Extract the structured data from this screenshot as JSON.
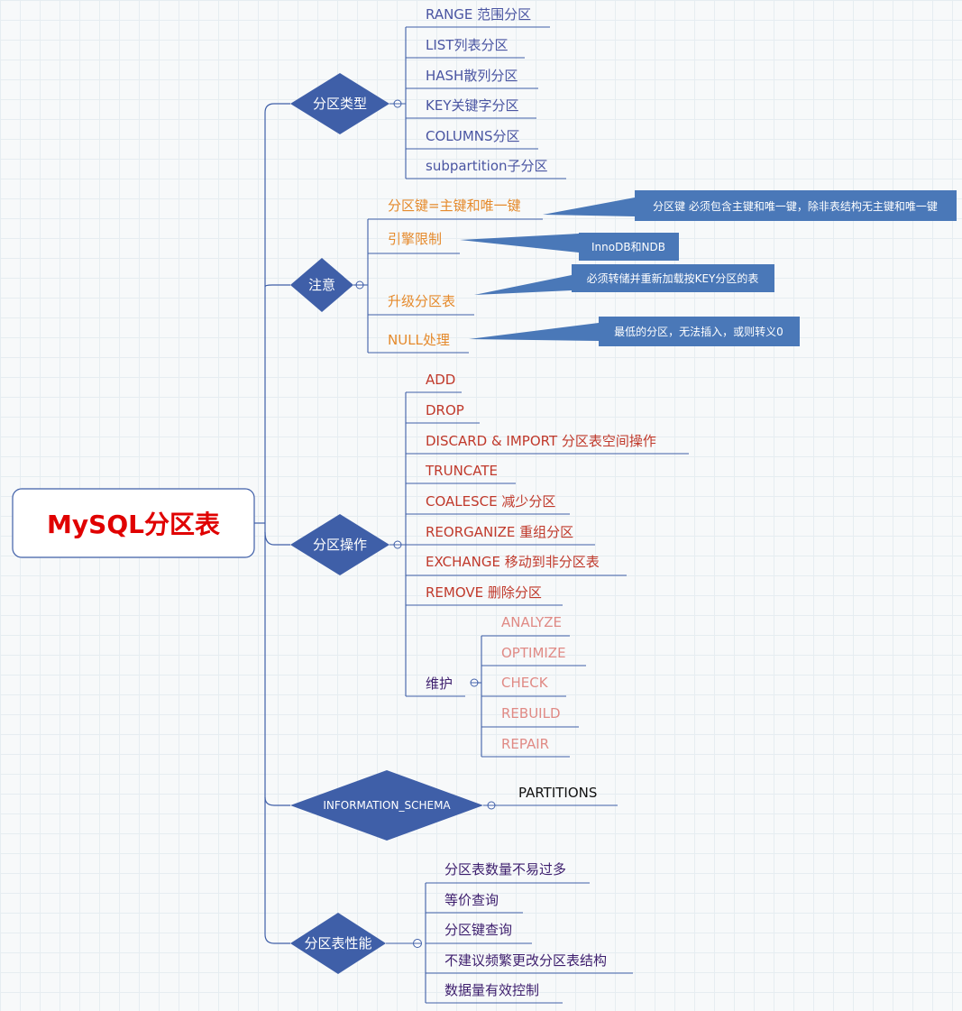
{
  "root": {
    "label": "MySQL分区表",
    "color": "#e00000"
  },
  "colors": {
    "line": "#3f5fa8",
    "diamond": "#3f5fa8",
    "note_box": "#4a78b8",
    "types_text": "#4a55a2",
    "notes_text": "#e58a2c",
    "ops_text": "#c0392b",
    "maint_text": "#e08a85",
    "perf_text": "#3d1e6d"
  },
  "branches": {
    "types": {
      "label": "分区类型",
      "items": [
        "RANGE 范围分区",
        "LIST列表分区",
        "HASH散列分区",
        "KEY关键字分区",
        "COLUMNS分区",
        "subpartition子分区"
      ]
    },
    "notes": {
      "label": "注意",
      "items": [
        {
          "label": "分区键=主键和唯一键",
          "note": "分区键 必须包含主键和唯一键，除非表结构无主键和唯一键"
        },
        {
          "label": "引擎限制",
          "note": "InnoDB和NDB"
        },
        {
          "label": "升级分区表",
          "note": "必须转储并重新加载按KEY分区的表"
        },
        {
          "label": "NULL处理",
          "note": "最低的分区，无法插入，或则转义0"
        }
      ]
    },
    "ops": {
      "label": "分区操作",
      "items": [
        "ADD",
        "DROP",
        "DISCARD & IMPORT 分区表空间操作",
        "TRUNCATE",
        "COALESCE 减少分区",
        "REORGANIZE 重组分区",
        "EXCHANGE  移动到非分区表",
        "REMOVE 删除分区"
      ],
      "maintenance": {
        "label": "维护",
        "items": [
          "ANALYZE",
          "OPTIMIZE",
          "CHECK",
          "REBUILD",
          "REPAIR"
        ]
      }
    },
    "schema": {
      "label": "INFORMATION_SCHEMA",
      "items": [
        "PARTITIONS"
      ]
    },
    "perf": {
      "label": "分区表性能",
      "items": [
        "分区表数量不易过多",
        "等价查询",
        "分区键查询",
        "不建议频繁更改分区表结构",
        "数据量有效控制"
      ]
    }
  }
}
